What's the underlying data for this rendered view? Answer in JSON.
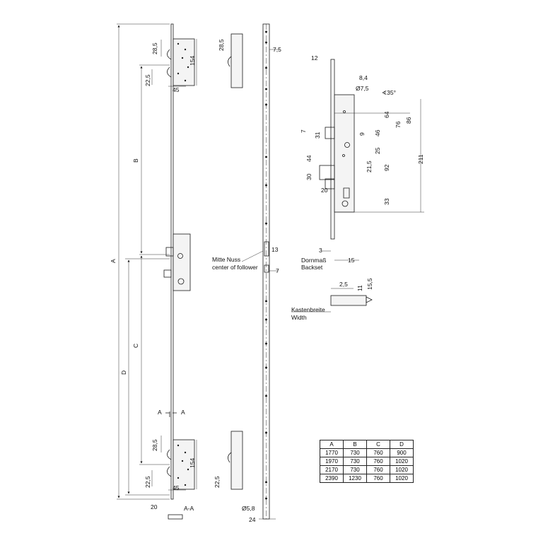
{
  "labels": {
    "A": "A",
    "B": "B",
    "C": "C",
    "D": "D",
    "section_a1": "A",
    "section_a2": "A",
    "section_aa": "A-A",
    "mitte_nuss": "Mitte Nuss",
    "center_follower": "center of follower",
    "dornmass": "Dornmaß",
    "backset": "Backset",
    "kastenbreite": "Kastenbreite",
    "width": "Width",
    "angle": "∢35°"
  },
  "dims": {
    "top_28_5": "28,5",
    "top_154": "154",
    "top_22_5": "22,5",
    "top_45": "45",
    "side_top_28_5": "28,5",
    "rail_7_5": "7,5",
    "bot_28_5": "28,5",
    "bot_154": "154",
    "bot_22_5": "22,5",
    "bot_45": "45",
    "side_bot_22_5": "22,5",
    "sec_20": "20",
    "rail_dia": "Ø5,8",
    "rail_24": "24",
    "nut_13": "13",
    "nut_7": "7",
    "d12": "12",
    "d8_4": "8,4",
    "d7_5": "Ø7,5",
    "d7": "7",
    "d31": "31",
    "d9": "9",
    "d44": "44",
    "d30": "30",
    "d20": "20",
    "d46": "46",
    "d25": "25",
    "d21_5": "21,5",
    "d64": "64",
    "d76": "76",
    "d86": "86",
    "d92": "92",
    "d33": "33",
    "d211": "211",
    "d3": "3",
    "d15": "15",
    "d2_5": "2,5",
    "d11": "11",
    "d15_5": "15,5"
  },
  "table": {
    "headers": [
      "A",
      "B",
      "C",
      "D"
    ],
    "rows": [
      [
        "1770",
        "730",
        "760",
        "900"
      ],
      [
        "1970",
        "730",
        "760",
        "1020"
      ],
      [
        "2170",
        "730",
        "760",
        "1020"
      ],
      [
        "2390",
        "1230",
        "760",
        "1020"
      ]
    ]
  }
}
